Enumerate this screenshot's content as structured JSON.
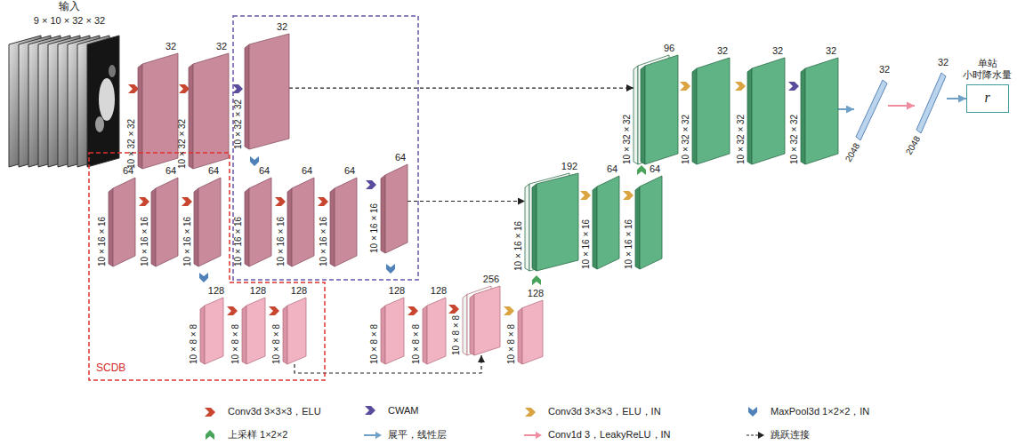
{
  "diagram": {
    "nodes": [
      {
        "text": [
          "输入",
          "9 × 10 × 32 × 32"
        ]
      },
      {
        "text": [
          "32",
          "10 × 32 × 32"
        ]
      },
      {
        "text": [
          "32",
          "10 × 32 × 32"
        ]
      },
      {
        "text": [
          "32",
          "10 × 32 × 32"
        ]
      },
      {
        "text": [
          "SCDB"
        ]
      },
      {
        "text": [
          "64",
          "10 × 16 × 16"
        ],
        "in": 4
      },
      {
        "text": [
          "64",
          "10 × 16 × 16"
        ],
        "in": 4
      },
      {
        "text": [
          "64",
          "10 × 16 × 16"
        ],
        "in": 4
      },
      {
        "text": [
          "64",
          "10 × 16 × 16"
        ]
      },
      {
        "text": [
          "64",
          "10 × 16 × 16"
        ]
      },
      {
        "text": [
          "64",
          "10 × 16 × 16"
        ]
      },
      {
        "text": [
          "64",
          "10 × 16 × 16"
        ]
      },
      {
        "text": [
          "128",
          "10 × 8 × 8"
        ],
        "in": 4
      },
      {
        "text": [
          "128",
          "10 × 8 × 8"
        ],
        "in": 4
      },
      {
        "text": [
          "128",
          "10 × 8 × 8"
        ],
        "in": 4
      },
      {
        "text": [
          "128",
          "10 × 8 × 8"
        ]
      },
      {
        "text": [
          "128",
          "10 × 8 × 8"
        ]
      },
      {
        "text": [
          "256",
          "10 × 8 × 8"
        ]
      },
      {
        "text": [
          "128",
          "10 × 8 × 8"
        ]
      },
      {
        "text": [
          "192",
          "10 × 16 × 16"
        ]
      },
      {
        "text": [
          "64",
          "10 × 16 × 16"
        ]
      },
      {
        "text": [
          "64",
          "10 × 16 × 16"
        ]
      },
      {
        "text": [
          "96",
          "10 × 32 × 32"
        ]
      },
      {
        "text": [
          "32",
          "10 × 32 × 32"
        ]
      },
      {
        "text": [
          "32",
          "10 × 32 × 32"
        ]
      },
      {
        "text": [
          "32",
          "10 × 32 × 32"
        ]
      },
      {
        "text": [
          "32",
          "2048"
        ]
      },
      {
        "text": [
          "32",
          "2048"
        ]
      },
      {
        "text": [
          "单站 小时降水量",
          "r"
        ]
      }
    ],
    "edges": [
      {
        "from": 3,
        "to": 22,
        "arrow": "to"
      },
      {
        "from": 11,
        "to": 19,
        "arrow": "to"
      },
      {
        "from": 14,
        "to": 17,
        "arrow": "to"
      },
      {
        "from": 25,
        "to": 26,
        "arrow": "to"
      },
      {
        "from": 26,
        "to": 27,
        "arrow": "to"
      },
      {
        "from": 27,
        "to": 28,
        "arrow": "to"
      }
    ],
    "legend": [
      {
        "text": "Conv3d 3×3×3，ELU"
      },
      {
        "text": "CWAM"
      },
      {
        "text": "Conv3d 3×3×3，ELU，IN"
      },
      {
        "text": "MaxPool3d 1×2×2，IN"
      },
      {
        "text": "上采样 1×2×2"
      },
      {
        "text": "展平，线性层"
      },
      {
        "text": "Conv1d 3，LeakyReLU，IN"
      },
      {
        "text": "跳跃连接"
      }
    ]
  }
}
